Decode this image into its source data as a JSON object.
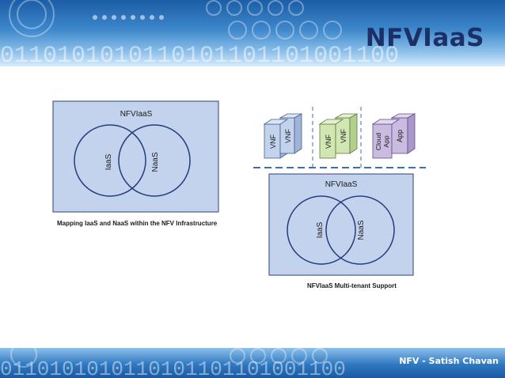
{
  "slide": {
    "title": "NFVIaaS",
    "footer": "NFV - Satish Chavan",
    "background_binary_text": "0110101010110101101101001100",
    "colors": {
      "title": "#1c2f66",
      "box_fill": "#c3d3ee",
      "box_stroke": "#4a5f86",
      "circle_stroke": "#243c7c",
      "vnf_fill_blue": "#c3d3ee",
      "vnf_fill_green": "#d2e6b4",
      "app_fill_purple": "#cabbe0",
      "divider": "#3d6fb3"
    }
  },
  "left_diagram": {
    "box_label": "NFVIaaS",
    "left_circle_label": "IaaS",
    "right_circle_label": "NaaS",
    "caption": "Mapping IaaS and NaaS within the NFV Infrastructure"
  },
  "right_diagram": {
    "tenant_groups": [
      {
        "icon": "vnf-group",
        "labels": [
          "VNF",
          "VNF"
        ],
        "color": "blue"
      },
      {
        "icon": "vnf-group",
        "labels": [
          "VNF",
          "VNF"
        ],
        "color": "green"
      },
      {
        "icon": "app-group",
        "labels": [
          "Cloud App",
          "App"
        ],
        "color": "purple"
      }
    ],
    "box_label": "NFVIaaS",
    "left_circle_label": "IaaS",
    "right_circle_label": "NaaS",
    "caption": "NFVIaaS Multi-tenant Support"
  }
}
